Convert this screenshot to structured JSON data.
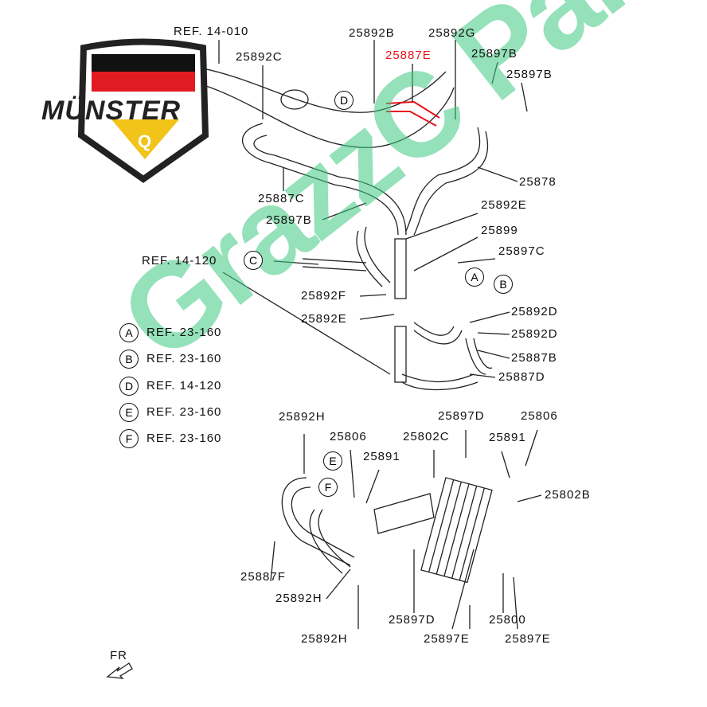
{
  "logo": {
    "brand": "MÜNSTER",
    "emblem_letter": "Q"
  },
  "watermark": "GrazzC Parts",
  "refs": {
    "top": "REF. 14-010",
    "left": "REF. 14-120"
  },
  "parts": {
    "p25892B": "25892B",
    "p25892G": "25892G",
    "p25887E": "25887E",
    "p25892C": "25892C",
    "p25897B_1": "25897B",
    "p25897B_2": "25897B",
    "p25878": "25878",
    "p25887C": "25887C",
    "p25897B_3": "25897B",
    "p25892E_1": "25892E",
    "p25899": "25899",
    "p25897C": "25897C",
    "p25892F": "25892F",
    "p25892E_2": "25892E",
    "p25892D_1": "25892D",
    "p25892D_2": "25892D",
    "p25887B": "25887B",
    "p25887D": "25887D",
    "p25892H_1": "25892H",
    "p25806_1": "25806",
    "p25802C": "25802C",
    "p25897D_1": "25897D",
    "p25806_2": "25806",
    "p25891_1": "25891",
    "p25891_2": "25891",
    "p25802B": "25802B",
    "p25887F": "25887F",
    "p25892H_2": "25892H",
    "p25892H_3": "25892H",
    "p25897D_2": "25897D",
    "p25800": "25800",
    "p25897E_1": "25897E",
    "p25897E_2": "25897E"
  },
  "callouts": {
    "A": "A",
    "B": "B",
    "C": "C",
    "D": "D",
    "E": "E",
    "F": "F"
  },
  "legend": [
    {
      "key": "A",
      "ref": "REF. 23-160"
    },
    {
      "key": "B",
      "ref": "REF. 23-160"
    },
    {
      "key": "D",
      "ref": "REF. 14-120"
    },
    {
      "key": "E",
      "ref": "REF. 23-160"
    },
    {
      "key": "F",
      "ref": "REF. 23-160"
    }
  ],
  "direction": "FR",
  "colors": {
    "highlight": "#e8141a",
    "watermark": "#3cc882"
  }
}
